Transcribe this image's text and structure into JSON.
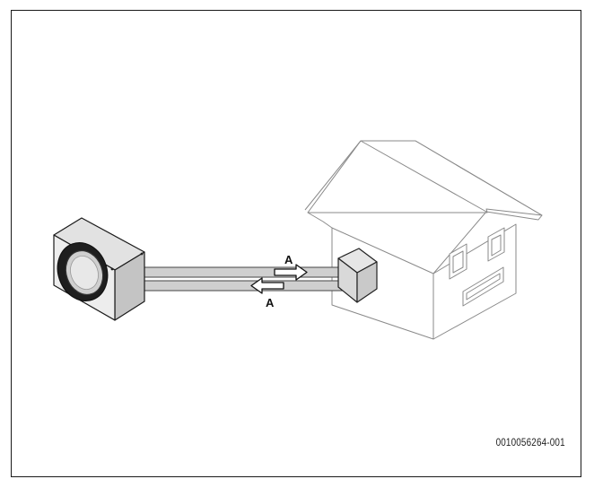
{
  "figure": {
    "reference_id": "0010056264-001",
    "flow_label_top": "A",
    "flow_label_bottom": "A"
  }
}
